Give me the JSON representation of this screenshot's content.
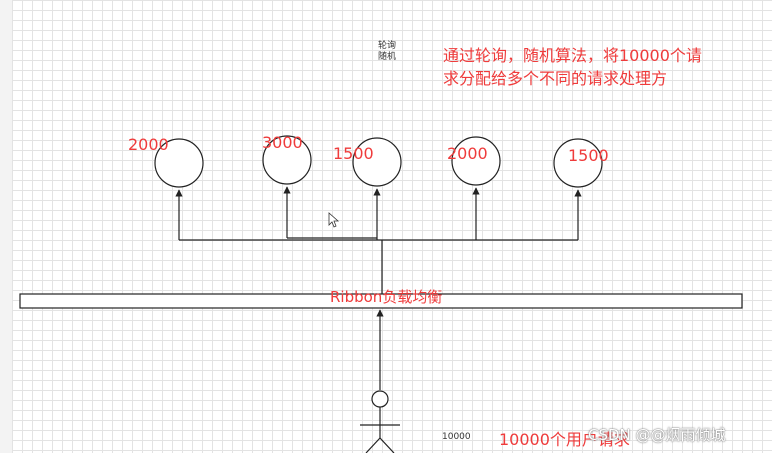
{
  "algorithm_labels": [
    "轮询",
    "随机"
  ],
  "description_lines": [
    "通过轮询，随机算法，将10000个请",
    "求分配给多个不同的请求处理方"
  ],
  "servers": [
    {
      "capacity": "2000"
    },
    {
      "capacity": "3000"
    },
    {
      "capacity": "1500"
    },
    {
      "capacity": "2000"
    },
    {
      "capacity": "1500"
    }
  ],
  "load_balancer": {
    "label": "Ribbon负载均衡"
  },
  "user": {
    "count_label": "10000",
    "request_label": "10000个用户请求"
  },
  "watermark": "CSDN @@烟雨倾城",
  "colors": {
    "accent": "#ef3b3b",
    "line": "#333333",
    "grid": "#e3e3e3"
  }
}
